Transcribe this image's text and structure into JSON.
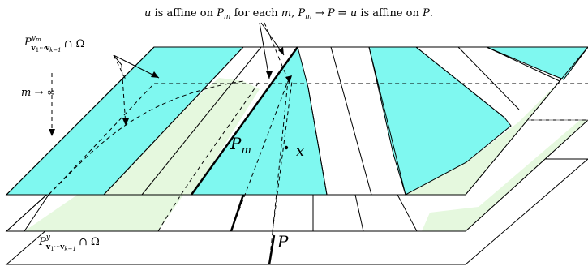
{
  "caption": {
    "v_u": "u",
    "text_1": " is affine on ",
    "v_P": "P",
    "sub_m": "m",
    "text_2": " for each ",
    "v_m": "m",
    "text_3": ", ",
    "arrow": "→",
    "implies": "⇒",
    "text_4": " is affine on ",
    "end": "."
  },
  "labels": {
    "top_P": "P",
    "top_sup": "y",
    "top_sup_sub": "m",
    "top_sub": "v",
    "top_sub_idx1": "1",
    "top_sub_dots": "···",
    "top_sub_v": "v",
    "top_sub_idx2": "k−1",
    "top_cap": "∩ Ω",
    "limit_m": "m",
    "limit_arrow": "→",
    "limit_inf": "∞",
    "bottom_P": "P",
    "bottom_sup": "y",
    "bottom_sub": "v",
    "bottom_sub_idx1": "1",
    "bottom_sub_dots": "···",
    "bottom_sub_v": "v",
    "bottom_sub_idx2": "k−1",
    "bottom_cap": "∩ Ω",
    "Pm": "P",
    "Pm_sub": "m",
    "x": "x",
    "P": "P"
  },
  "colors": {
    "cyan": "#7ff8f0",
    "light_green": "#e5f8de",
    "stroke": "#000000",
    "dashed_gray": "#8a8a8a"
  }
}
